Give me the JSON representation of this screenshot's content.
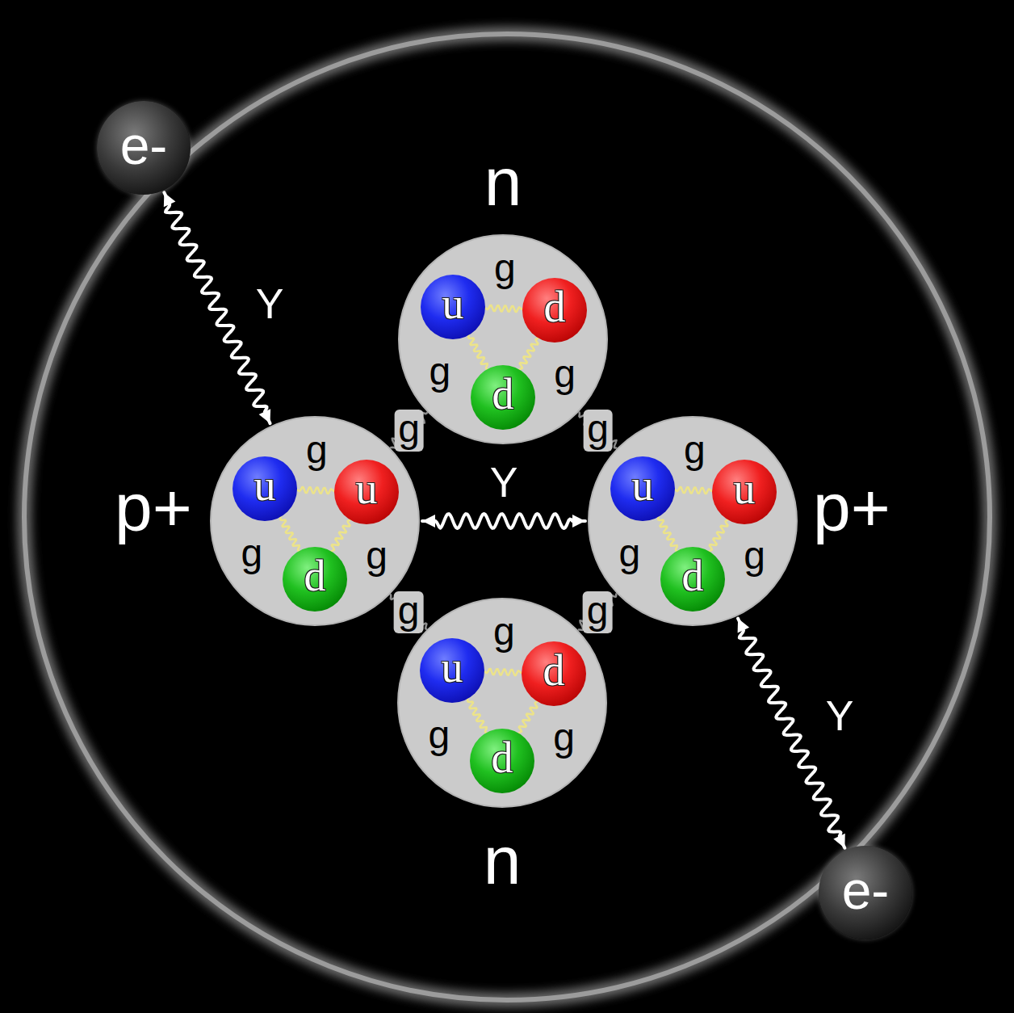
{
  "diagram": {
    "nodes": [
      {
        "text": [
          "e-"
        ]
      },
      {
        "text": [
          "n"
        ]
      },
      {
        "text": [
          "u"
        ],
        "in": 1
      },
      {
        "text": [
          "d"
        ],
        "in": 1
      },
      {
        "text": [
          "d"
        ],
        "in": 1
      },
      {
        "text": [
          "p+"
        ]
      },
      {
        "text": [
          "u"
        ],
        "in": 5
      },
      {
        "text": [
          "u"
        ],
        "in": 5
      },
      {
        "text": [
          "d"
        ],
        "in": 5
      },
      {
        "text": [
          "p+"
        ]
      },
      {
        "text": [
          "u"
        ],
        "in": 9
      },
      {
        "text": [
          "u"
        ],
        "in": 9
      },
      {
        "text": [
          "d"
        ],
        "in": 9
      },
      {
        "text": [
          "n"
        ]
      },
      {
        "text": [
          "u"
        ],
        "in": 13
      },
      {
        "text": [
          "d"
        ],
        "in": 13
      },
      {
        "text": [
          "d"
        ],
        "in": 13
      },
      {
        "text": [
          "e-"
        ]
      }
    ],
    "edges": [
      {
        "from": 0,
        "to": 5,
        "label": "Y",
        "arrow": "both"
      },
      {
        "from": 5,
        "to": 9,
        "label": "Y",
        "arrow": "both"
      },
      {
        "from": 9,
        "to": 17,
        "label": "Y",
        "arrow": "both"
      },
      {
        "from": 5,
        "to": 1,
        "label": "g",
        "arrow": "none"
      },
      {
        "from": 1,
        "to": 9,
        "label": "g",
        "arrow": "none"
      },
      {
        "from": 5,
        "to": 13,
        "label": "g",
        "arrow": "none"
      },
      {
        "from": 13,
        "to": 9,
        "label": "g",
        "arrow": "none"
      },
      {
        "from": 2,
        "to": 3,
        "label": "g",
        "arrow": "none"
      },
      {
        "from": 2,
        "to": 4,
        "label": "g",
        "arrow": "none"
      },
      {
        "from": 3,
        "to": 4,
        "label": "g",
        "arrow": "none"
      },
      {
        "from": 6,
        "to": 7,
        "label": "g",
        "arrow": "none"
      },
      {
        "from": 6,
        "to": 8,
        "label": "g",
        "arrow": "none"
      },
      {
        "from": 7,
        "to": 8,
        "label": "g",
        "arrow": "none"
      },
      {
        "from": 10,
        "to": 11,
        "label": "g",
        "arrow": "none"
      },
      {
        "from": 10,
        "to": 12,
        "label": "g",
        "arrow": "none"
      },
      {
        "from": 11,
        "to": 12,
        "label": "g",
        "arrow": "none"
      },
      {
        "from": 14,
        "to": 15,
        "label": "g",
        "arrow": "none"
      },
      {
        "from": 14,
        "to": 16,
        "label": "g",
        "arrow": "none"
      },
      {
        "from": 15,
        "to": 16,
        "label": "g",
        "arrow": "none"
      }
    ]
  }
}
